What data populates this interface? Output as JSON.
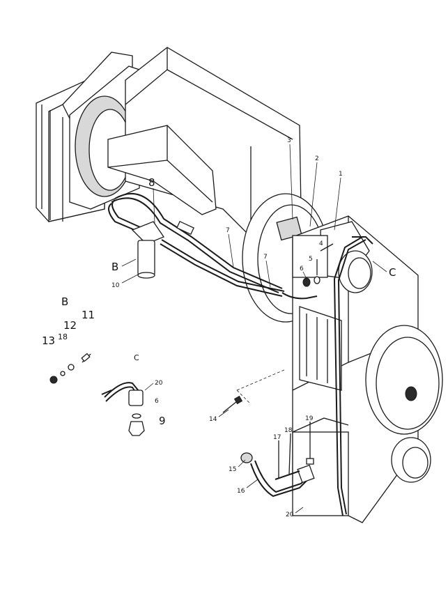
{
  "callouts": [
    {
      "id": "c1",
      "text": "1"
    },
    {
      "id": "c2",
      "text": "2"
    },
    {
      "id": "c3",
      "text": "3"
    },
    {
      "id": "c4",
      "text": "4"
    },
    {
      "id": "c5",
      "text": "5"
    },
    {
      "id": "c6",
      "text": "6"
    },
    {
      "id": "c7a",
      "text": "7"
    },
    {
      "id": "c7b",
      "text": "7"
    },
    {
      "id": "c8",
      "text": "8"
    },
    {
      "id": "c10",
      "text": "10"
    },
    {
      "id": "cB1",
      "text": "B"
    },
    {
      "id": "cC1",
      "text": "C"
    },
    {
      "id": "cB2",
      "text": "B"
    },
    {
      "id": "c13",
      "text": "13"
    },
    {
      "id": "c18a",
      "text": "18"
    },
    {
      "id": "c12",
      "text": "12"
    },
    {
      "id": "c11",
      "text": "11"
    },
    {
      "id": "cC2",
      "text": "C"
    },
    {
      "id": "c20a",
      "text": "20"
    },
    {
      "id": "c6b",
      "text": "6"
    },
    {
      "id": "c9",
      "text": "9"
    },
    {
      "id": "c14",
      "text": "14"
    },
    {
      "id": "c17",
      "text": "17"
    },
    {
      "id": "c18b",
      "text": "18"
    },
    {
      "id": "c19",
      "text": "19"
    },
    {
      "id": "c15",
      "text": "15"
    },
    {
      "id": "c16",
      "text": "16"
    },
    {
      "id": "c20b",
      "text": "20"
    }
  ]
}
